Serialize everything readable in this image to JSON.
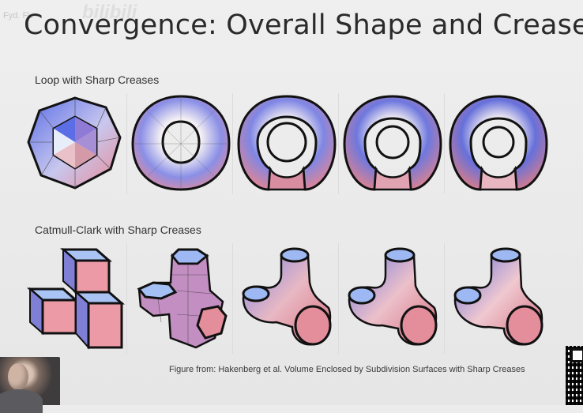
{
  "slide": {
    "title": "Convergence: Overall Shape and Creases",
    "watermark_text": "Fyd. FL",
    "watermark_logo": "bilibili",
    "row1_label": "Loop with Sharp Creases",
    "row2_label": "Catmull-Clark with Sharp Creases",
    "caption": "Figure from:  Hakenberg et al. Volume Enclosed by Subdivision Surfaces with Sharp Creases"
  },
  "colors": {
    "blue": "#5b6ee6",
    "pink": "#e88a96",
    "light": "#f4efef",
    "outline": "#111111"
  },
  "icons": {
    "webcam": "presenter-webcam",
    "qr": "qr-code-icon"
  }
}
